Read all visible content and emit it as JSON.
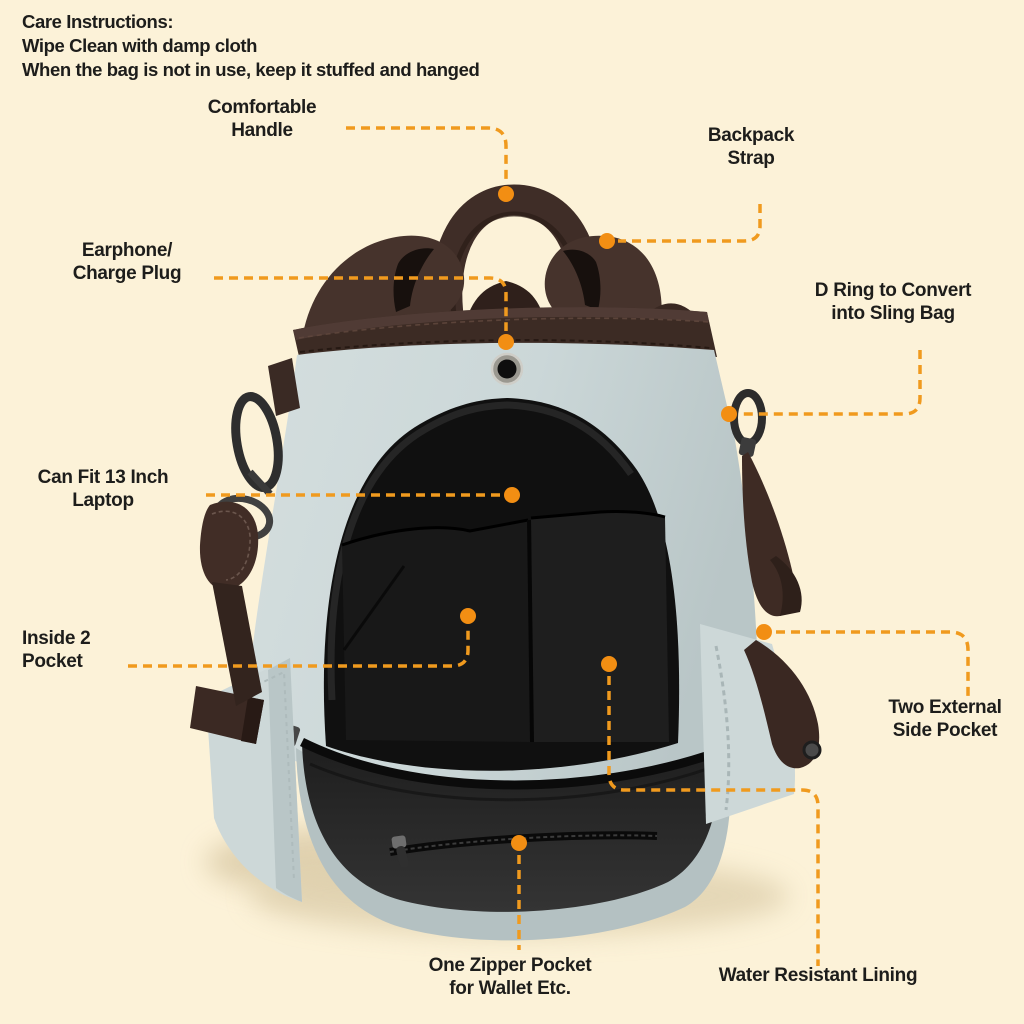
{
  "colors": {
    "background": "#FCF2D8",
    "leader_line_orange": "#F09A1E",
    "leader_dot_orange": "#F28E13",
    "text_dark": "#1D1D1B",
    "bag_body_gray": "#CBD7D8",
    "bag_strap_brown": "#46332C",
    "bag_interior_black": "#101010"
  },
  "care_instructions": {
    "text": "Care Instructions:\nWipe Clean with damp cloth\nWhen the bag is not in use, keep it stuffed and hanged"
  },
  "callouts": {
    "comfortable_handle": "Comfortable\nHandle",
    "backpack_strap": "Backpack\nStrap",
    "earphone_charge_plug": "Earphone/\nCharge Plug",
    "d_ring": "D Ring to Convert\ninto Sling Bag",
    "laptop": "Can Fit 13 Inch\nLaptop",
    "inside_pocket": "Inside 2\nPocket",
    "side_pocket": "Two External\nSide Pocket",
    "zipper_pocket": "One Zipper Pocket\nfor Wallet Etc.",
    "water_resistant": "Water Resistant Lining"
  },
  "product": {
    "type": "anti-theft backpack infographic",
    "feature_count": 9
  }
}
